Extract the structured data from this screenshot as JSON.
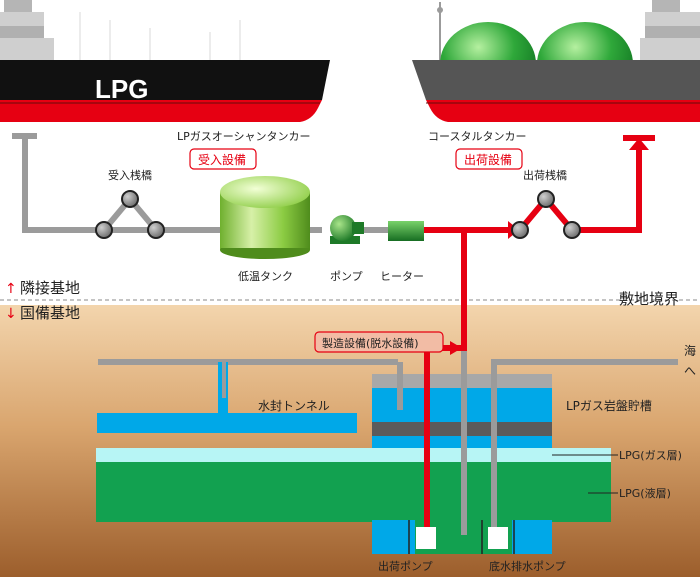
{
  "ships": {
    "lpg_ship_hull_text": "LPG",
    "ocean_tanker": "LPガスオーシャンタンカー",
    "coastal_tanker": "コースタルタンカー"
  },
  "badges": {
    "receiving": "受入設備",
    "shipping": "出荷設備",
    "manufacturing": "製造設備(脱水設備)"
  },
  "surface": {
    "receiving_pier": "受入桟橋",
    "low_temp_tank": "低温タンク",
    "pump": "ポンプ",
    "heater": "ヒーター",
    "shipping_pier": "出荷桟橋"
  },
  "zones": {
    "adjacent_base": "隣接基地",
    "national_base": "国備基地",
    "boundary": "敷地境界",
    "up_arrow": "↑",
    "down_arrow": "↓"
  },
  "underground": {
    "sea_line1": "海",
    "sea_line2": "へ",
    "water_seal_tunnel": "水封トンネル",
    "rock_cavern": "LPガス岩盤貯槽",
    "gas_layer": "LPG(ガス層)",
    "liquid_layer": "LPG(液層)",
    "shipping_pump": "出荷ポンプ",
    "drain_pump": "底水排水ポンプ"
  },
  "colors": {
    "accent_red": "#e60012",
    "pipe_gray": "#9b9b9b",
    "ground_top": "#f3d5ad",
    "ground_bottom": "#a0622e",
    "water_blue": "#00a8e8",
    "lpg_green": "#12a150",
    "gas_cyan": "#b7f5f5"
  }
}
